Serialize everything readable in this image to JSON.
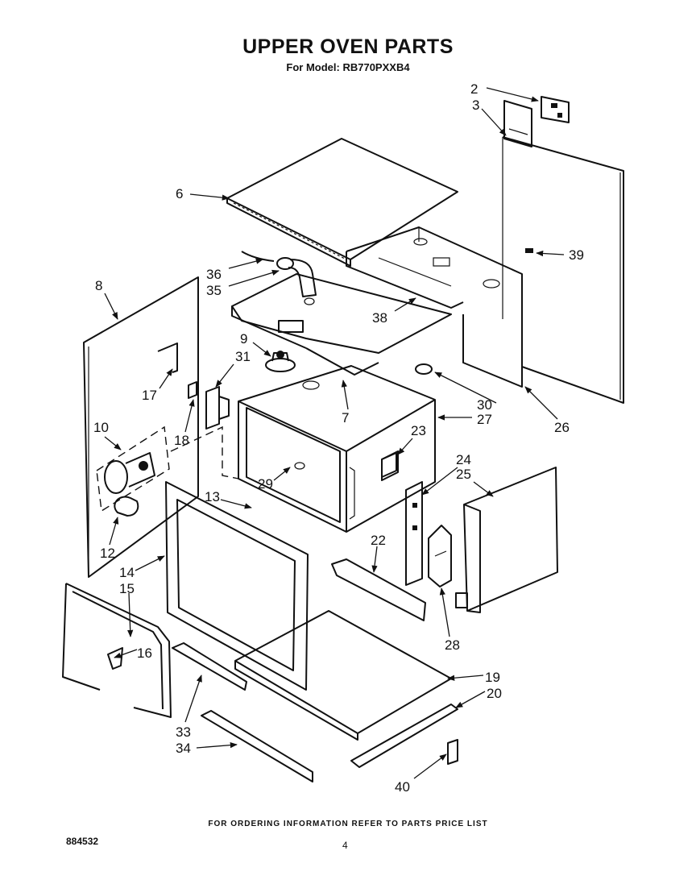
{
  "header": {
    "title": "UPPER OVEN PARTS",
    "model_line": "For Model: RB770PXXB4"
  },
  "callouts": [
    "2",
    "3",
    "6",
    "39",
    "8",
    "36",
    "35",
    "38",
    "9",
    "31",
    "17",
    "30",
    "27",
    "7",
    "26",
    "10",
    "18",
    "23",
    "24",
    "25",
    "29",
    "13",
    "22",
    "12",
    "14",
    "15",
    "28",
    "16",
    "19",
    "20",
    "33",
    "34",
    "40"
  ],
  "footer": {
    "note": "FOR ORDERING INFORMATION REFER TO PARTS PRICE LIST",
    "doc_number": "884532",
    "page_number": "4"
  }
}
